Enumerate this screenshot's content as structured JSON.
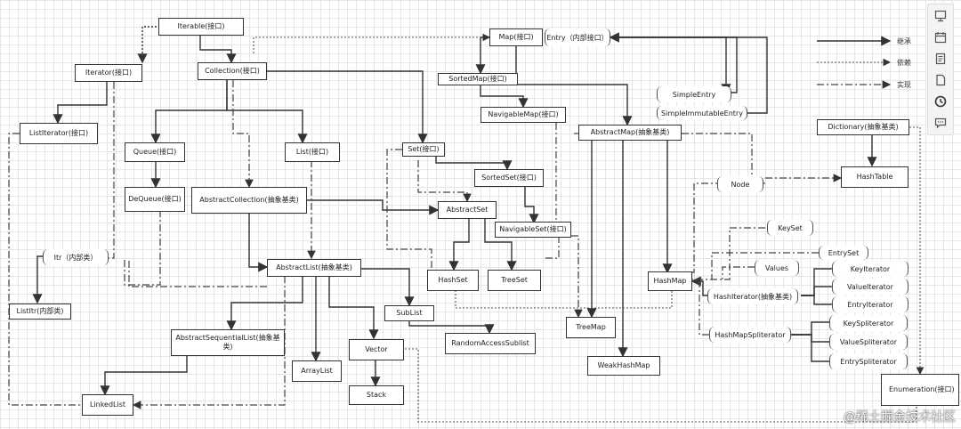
{
  "nodes": {
    "iterable": "Iterable(接口)",
    "iterator": "Iterator(接口)",
    "collection": "Collection(接口)",
    "map": "Map(接口)",
    "entry": "Entry（内部接口）",
    "sorted_map": "SortedMap(接口)",
    "navigable_map": "NavigableMap(接口)",
    "simple_entry": "SimpleEntry",
    "simple_immutable_entry": "SimpleImmutableEntry",
    "abstract_map": "AbstractMap(抽象基类)",
    "dictionary": "Dictionary(抽象基类)",
    "hashtable": "HashTable",
    "node": "Node",
    "list_iterator": "ListIterator(接口)",
    "queue": "Queue(接口)",
    "list": "List(接口)",
    "set": "Set(接口)",
    "sorted_set": "SortedSet(接口)",
    "dequeue": "DeQueue(接口)",
    "abstract_collection": "AbstractCollection(抽象基类)",
    "abstract_set": "AbstractSet",
    "navigable_set": "NavigableSet(接口)",
    "keyset": "KeySet",
    "entryset": "EntrySet",
    "values": "Values",
    "key_iterator": "KeyIterator",
    "value_iterator": "ValueIterator",
    "entry_iterator": "EntryIterator",
    "hash_iterator": "HashIterator(抽象基类)",
    "hashmap": "HashMap",
    "hashset": "HashSet",
    "treeset": "TreeSet",
    "itr": "Itr（内部类）",
    "abstract_list": "AbstractList(抽象基类)",
    "listitr": "ListItr(内部类)",
    "sublist": "SubList",
    "treemap": "TreeMap",
    "random_access_sublist": "RandomAccessSublist",
    "abstract_sequential_list": "AbstractSequentialList(抽象基类)",
    "arraylist": "ArrayList",
    "vector": "Vector",
    "stack": "Stack",
    "weak_hashmap": "WeakHashMap",
    "hashmap_spliterator": "HashMapSpliterator",
    "key_spliterator": "KeySpliterator",
    "value_spliterator": "ValueSpliterator",
    "entry_spliterator": "EntrySpliterator",
    "linked_list": "LinkedList",
    "enumeration": "Enumeration(接口)"
  },
  "legend": {
    "inherit": "继承",
    "depend": "依赖",
    "implement": "实现"
  },
  "toolbar": {
    "icons": [
      "present-icon",
      "calendar-icon",
      "notes-icon",
      "page-icon",
      "history-icon",
      "comment-icon"
    ]
  },
  "watermark": "@稀土掘金技术社区"
}
